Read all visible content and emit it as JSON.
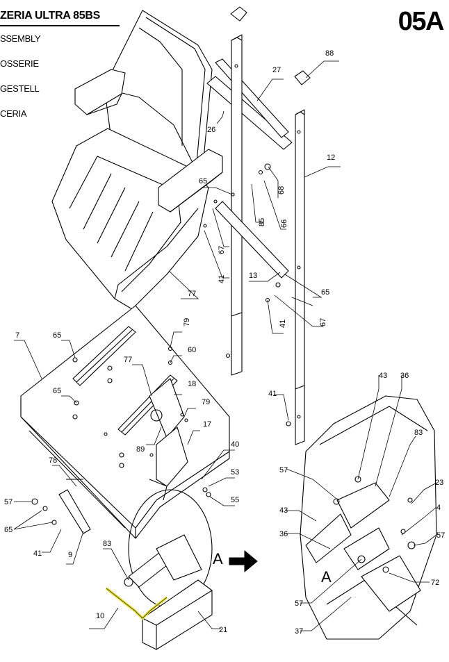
{
  "header": {
    "title": "ZERIA ULTRA 85BS",
    "subtitles": [
      "SSEMBLY",
      "OSSERIE",
      "GESTELL",
      "CERIA"
    ],
    "page_code": "05A"
  },
  "detail_label": "A",
  "detail_label_zoom": "A",
  "part_numbers": {
    "p88": "88",
    "p27": "27",
    "p26": "26",
    "p12": "12",
    "p65a": "65",
    "p68": "68",
    "p85": "85",
    "p66": "66",
    "p67a": "67",
    "p41a": "41",
    "p13": "13",
    "p77a": "77",
    "p65b": "65",
    "p67b": "67",
    "p41b": "41",
    "p7": "7",
    "p65c": "65",
    "p79a": "79",
    "p60": "60",
    "p77b": "77",
    "p18": "18",
    "p65d": "65",
    "p79b": "79",
    "p17": "17",
    "p89": "89",
    "p40": "40",
    "p53": "53",
    "p55": "55",
    "p78": "78",
    "p57a": "57",
    "p65e": "65",
    "p41c": "41",
    "p9": "9",
    "p83a": "83",
    "p10": "10",
    "p21": "21",
    "p41d": "41",
    "p43a": "43",
    "p36a": "36",
    "p83b": "83",
    "p57b": "57",
    "p23": "23",
    "p43b": "43",
    "p4": "4",
    "p36b": "36",
    "p57c": "57",
    "p72": "72",
    "p57d": "57",
    "p37": "37"
  },
  "colors": {
    "highlight": "#e8e040",
    "line": "#000000"
  }
}
